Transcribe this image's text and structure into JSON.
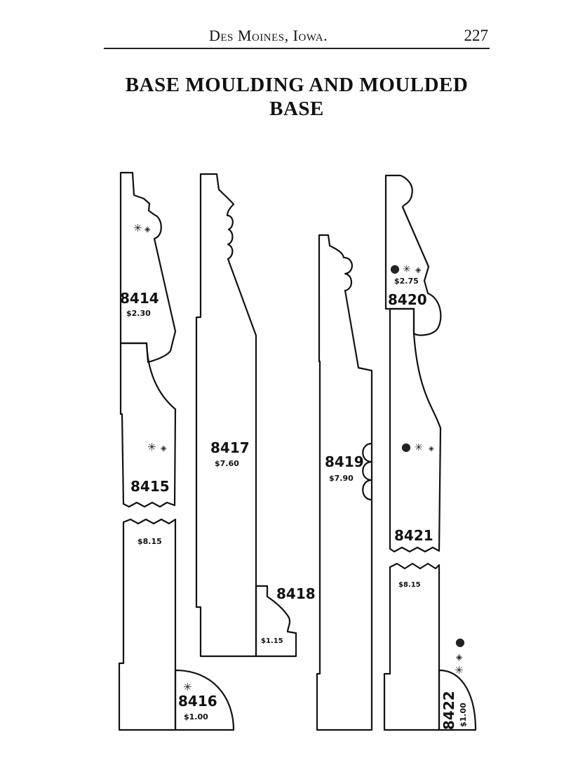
{
  "header": {
    "place": "Des Moines, Iowa.",
    "page_number": "227"
  },
  "title": {
    "line1": "BASE MOULDING AND MOULDED",
    "line2": "BASE"
  },
  "mouldings": [
    {
      "number": "8414",
      "price": "$2.30"
    },
    {
      "number": "8415",
      "price": "$8.15"
    },
    {
      "number": "8416",
      "price": "$1.00"
    },
    {
      "number": "8417",
      "price": "$7.60"
    },
    {
      "number": "8418",
      "price": "$1.15"
    },
    {
      "number": "8419",
      "price": "$7.90"
    },
    {
      "number": "8420",
      "price": "$2.75"
    },
    {
      "number": "8421",
      "price": "$8.15"
    },
    {
      "number": "8422",
      "price": "$1.00"
    }
  ],
  "symbols": {
    "asterisk": "✳",
    "diamond": "◈",
    "dot": "●"
  },
  "colors": {
    "ink": "#111111",
    "paper": "#ffffff"
  }
}
